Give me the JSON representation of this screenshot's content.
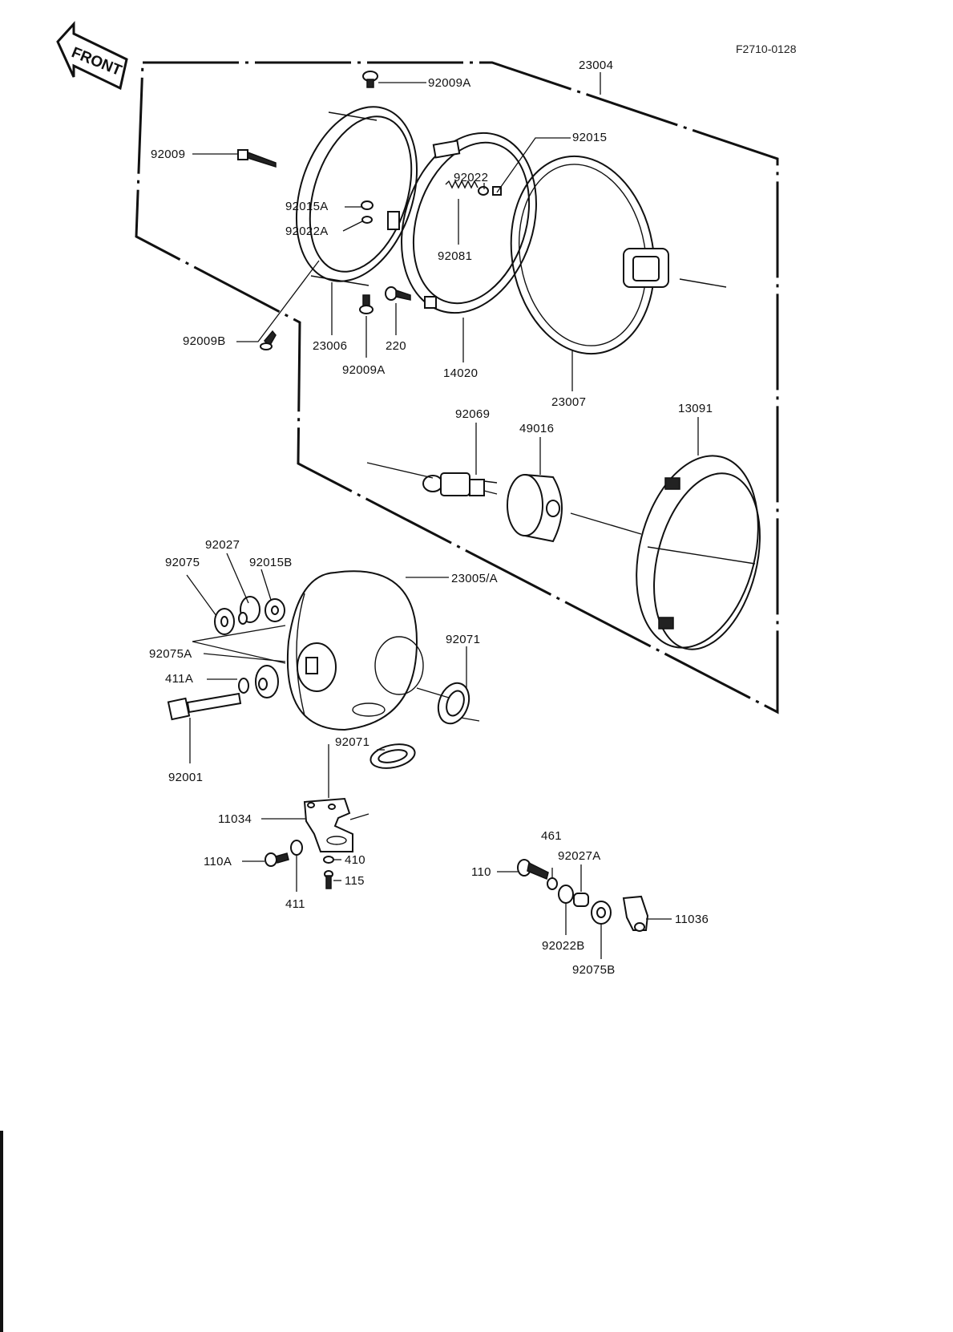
{
  "diagram_id": "F2710-0128",
  "front_label": "FRONT",
  "labels": {
    "p23004": "23004",
    "p92009A_top": "92009A",
    "p92015": "92015",
    "p92009": "92009",
    "p92022": "92022",
    "p92015A": "92015A",
    "p92022A": "92022A",
    "p92081": "92081",
    "p92009B": "92009B",
    "p23006": "23006",
    "p220": "220",
    "p92009A_bottom": "92009A",
    "p14020": "14020",
    "p23007": "23007",
    "p92069": "92069",
    "p49016": "49016",
    "p13091": "13091",
    "p92027": "92027",
    "p92075": "92075",
    "p92015B": "92015B",
    "p23005A": "23005/A",
    "p92071_right": "92071",
    "p92075A": "92075A",
    "p411A": "411A",
    "p92071_bottom": "92071",
    "p92001": "92001",
    "p11034": "11034",
    "p110A": "110A",
    "p410": "410",
    "p115": "115",
    "p411": "411",
    "p461": "461",
    "p92027A": "92027A",
    "p110": "110",
    "p11036": "11036",
    "p92022B": "92022B",
    "p92075B": "92075B"
  }
}
